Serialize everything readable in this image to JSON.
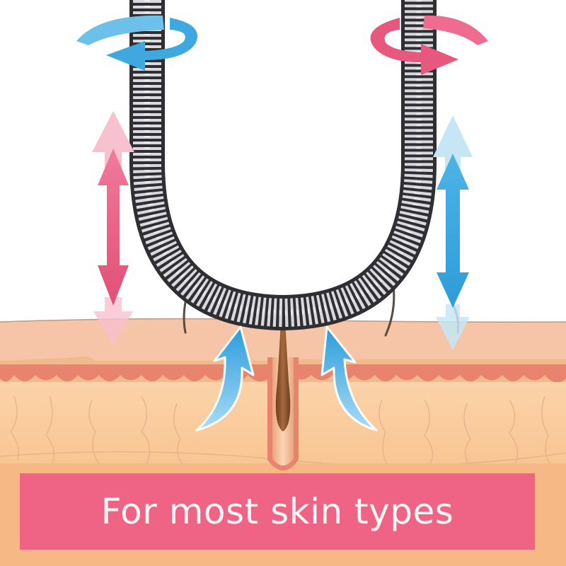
{
  "illustration": {
    "subject": "spring facial hair remover on skin cross-section",
    "caption": "For most skin types",
    "colors": {
      "background": "#ffffff",
      "banner": "#ef6384",
      "banner_text": "#fff6f7",
      "skin_surface": "#f7c9a8",
      "dermis": "#f8c999",
      "epidermis_red": "#e8836d",
      "fat_layer": "#f6b884",
      "spring_dark": "#3a3a3c",
      "spring_light": "#d8d8d8",
      "arrow_blue": "#3fa8df",
      "arrow_pink": "#e8577d",
      "hair": "#5a3a22"
    },
    "icons": {
      "left_rotation_arrow": "rotate-counterclockwise-arrow (blue)",
      "right_rotation_arrow": "rotate-clockwise-arrow (pink)",
      "left_vertical_arrow": "double-headed-vertical-arrow (pink)",
      "right_vertical_arrow": "double-headed-vertical-arrow (blue)",
      "lift_arrows": "curved-upward-arrow (blue) x2"
    }
  }
}
